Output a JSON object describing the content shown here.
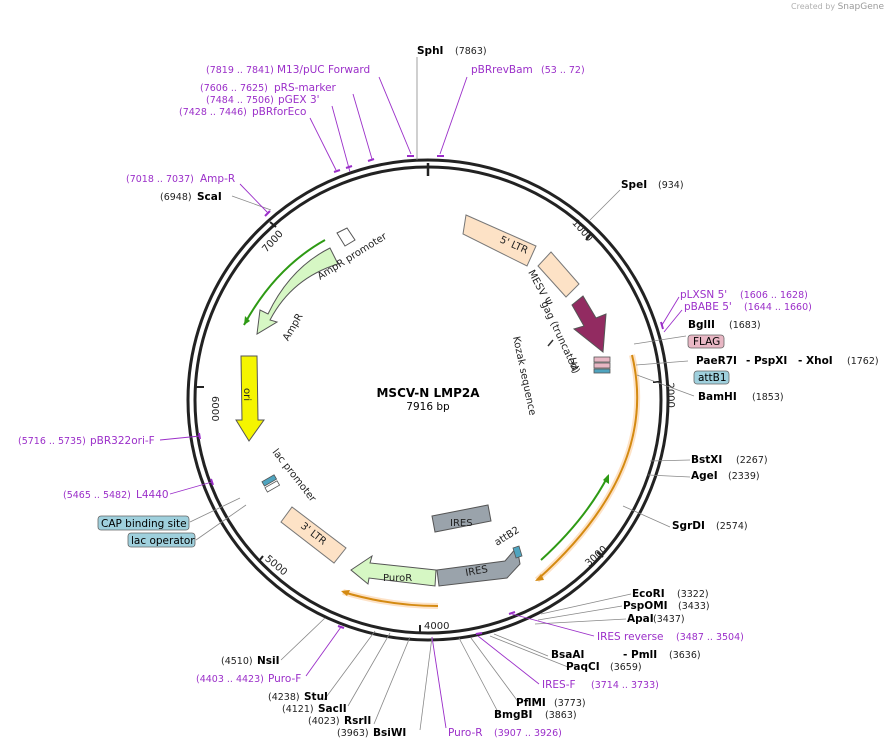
{
  "credit": {
    "prefix": "Created by",
    "brand": "SnapGene"
  },
  "plasmid": {
    "name": "MSCV-N LMP2A",
    "length_label": "7916 bp",
    "length": 7916
  },
  "ticks": [
    "1000",
    "2000",
    "3000",
    "4000",
    "5000",
    "6000",
    "7000"
  ],
  "sites_right": [
    {
      "name": "SpeI",
      "coord": "(934)"
    },
    {
      "name": "BglII",
      "coord": "(1683)"
    },
    {
      "name": "PaeR7I",
      "sep1": "- PspXI",
      "sep2": "- XhoI",
      "coord": "(1762)"
    },
    {
      "name": "BamHI",
      "coord": "(1853)"
    },
    {
      "name": "BstXI",
      "coord": "(2267)"
    },
    {
      "name": "AgeI",
      "coord": "(2339)"
    },
    {
      "name": "SgrDI",
      "coord": "(2574)"
    },
    {
      "name": "EcoRI",
      "coord": "(3322)"
    },
    {
      "name": "PspOMI",
      "coord": "(3433)"
    },
    {
      "name": "ApaI",
      "coord": "(3437)"
    },
    {
      "name": "BsaAI",
      "sep1": "- PmlI",
      "coord": "(3636)"
    },
    {
      "name": "PaqCI",
      "coord": "(3659)"
    },
    {
      "name": "PflMI",
      "coord": "(3773)"
    },
    {
      "name": "BmgBI",
      "coord": "(3863)"
    }
  ],
  "sites_left": [
    {
      "name": "SphI",
      "coord": "(7863)"
    },
    {
      "name": "ScaI",
      "coord": "(6948)"
    },
    {
      "name": "NsiI",
      "coord": "(4510)"
    },
    {
      "name": "StuI",
      "coord": "(4238)"
    },
    {
      "name": "SacII",
      "coord": "(4121)"
    },
    {
      "name": "RsrII",
      "coord": "(4023)"
    },
    {
      "name": "BsiWI",
      "coord": "(3963)"
    }
  ],
  "primers": [
    {
      "name": "pBRrevBam",
      "coord": "(53 .. 72)"
    },
    {
      "name": "M13/pUC Forward",
      "coord": "(7819 .. 7841)"
    },
    {
      "name": "pRS-marker",
      "coord": "(7606 .. 7625)"
    },
    {
      "name": "pGEX 3'",
      "coord": "(7484 .. 7506)"
    },
    {
      "name": "pBRforEco",
      "coord": "(7428 .. 7446)"
    },
    {
      "name": "Amp-R",
      "coord": "(7018 .. 7037)"
    },
    {
      "name": "pLXSN 5'",
      "coord": "(1606 .. 1628)"
    },
    {
      "name": "pBABE 5'",
      "coord": "(1644 .. 1660)"
    },
    {
      "name": "pBR322ori-F",
      "coord": "(5716 .. 5735)"
    },
    {
      "name": "L4440",
      "coord": "(5465 .. 5482)"
    },
    {
      "name": "IRES reverse",
      "coord": "(3487 .. 3504)"
    },
    {
      "name": "IRES-F",
      "coord": "(3714 .. 3733)"
    },
    {
      "name": "Puro-F",
      "coord": "(4403 .. 4423)"
    },
    {
      "name": "Puro-R",
      "coord": "(3907 .. 3926)"
    }
  ],
  "boxed_labels": [
    {
      "name": "FLAG",
      "color": "#e8b7c4"
    },
    {
      "name": "attB1",
      "color": "#9fd0dd"
    },
    {
      "name": "CAP binding site",
      "color": "#9fd0dd"
    },
    {
      "name": "lac operator",
      "color": "#9fd0dd"
    }
  ],
  "features": [
    {
      "name": "5' LTR"
    },
    {
      "name": "MESV Ψ"
    },
    {
      "name": "gag (truncated)"
    },
    {
      "name": "HA"
    },
    {
      "name": "Kozak sequence"
    },
    {
      "name": "IRES"
    },
    {
      "name": "IRES"
    },
    {
      "name": "attB2"
    },
    {
      "name": "PuroR"
    },
    {
      "name": "3' LTR"
    },
    {
      "name": "lac promoter"
    },
    {
      "name": "ori"
    },
    {
      "name": "AmpR"
    },
    {
      "name": "AmpR promoter"
    }
  ],
  "colors": {
    "primer": "#9b2fc9",
    "ltr": "#fde2c6",
    "gag": "#922b61",
    "ires": "#9aa3ab",
    "puro": "#d6f7c4",
    "amp": "#d6f7c4",
    "ori": "#f5f500",
    "orf_arrow": "#2e9a14",
    "orf_arrow_orange": "#d48a11"
  }
}
